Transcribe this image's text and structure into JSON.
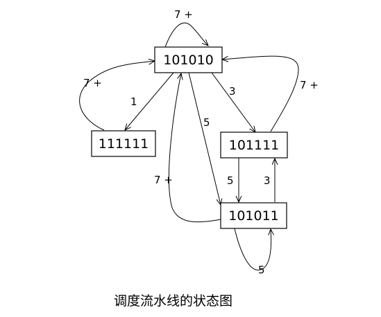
{
  "caption": "调度流水线的状态图",
  "states": {
    "s101010": "101010",
    "s111111": "111111",
    "s101111": "101111",
    "s101011": "101011"
  },
  "transitions": {
    "t_101010_self": "7 +",
    "t_111111_to_101010": "7 +",
    "t_101010_to_111111": "1",
    "t_101010_to_101111": "3",
    "t_101010_to_101011": "5",
    "t_101111_to_101010": "7 +",
    "t_101011_to_101010": "7 +",
    "t_101111_to_101011": "5",
    "t_101011_to_101111": "3",
    "t_101011_self": "5"
  }
}
